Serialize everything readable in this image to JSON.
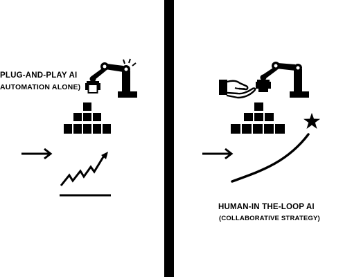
{
  "left_panel": {
    "title": "PLUG-AND-PLAY AI",
    "subtitle": "AUTOMATION ALONE)"
  },
  "right_panel": {
    "title": "HUMAN-IN THE-LOOP AI",
    "subtitle": "(COLLABORATIVE STRATEGY)"
  },
  "colors": {
    "ink": "#000000",
    "background": "#ffffff"
  },
  "icons": {
    "left": [
      "robot-arm-icon",
      "block-pyramid-icon",
      "arrow-right-icon",
      "zigzag-growth-icon"
    ],
    "right": [
      "robot-arm-icon",
      "human-hand-icon",
      "block-pyramid-icon",
      "arrow-right-icon",
      "smooth-growth-curve-icon",
      "star-icon"
    ]
  }
}
